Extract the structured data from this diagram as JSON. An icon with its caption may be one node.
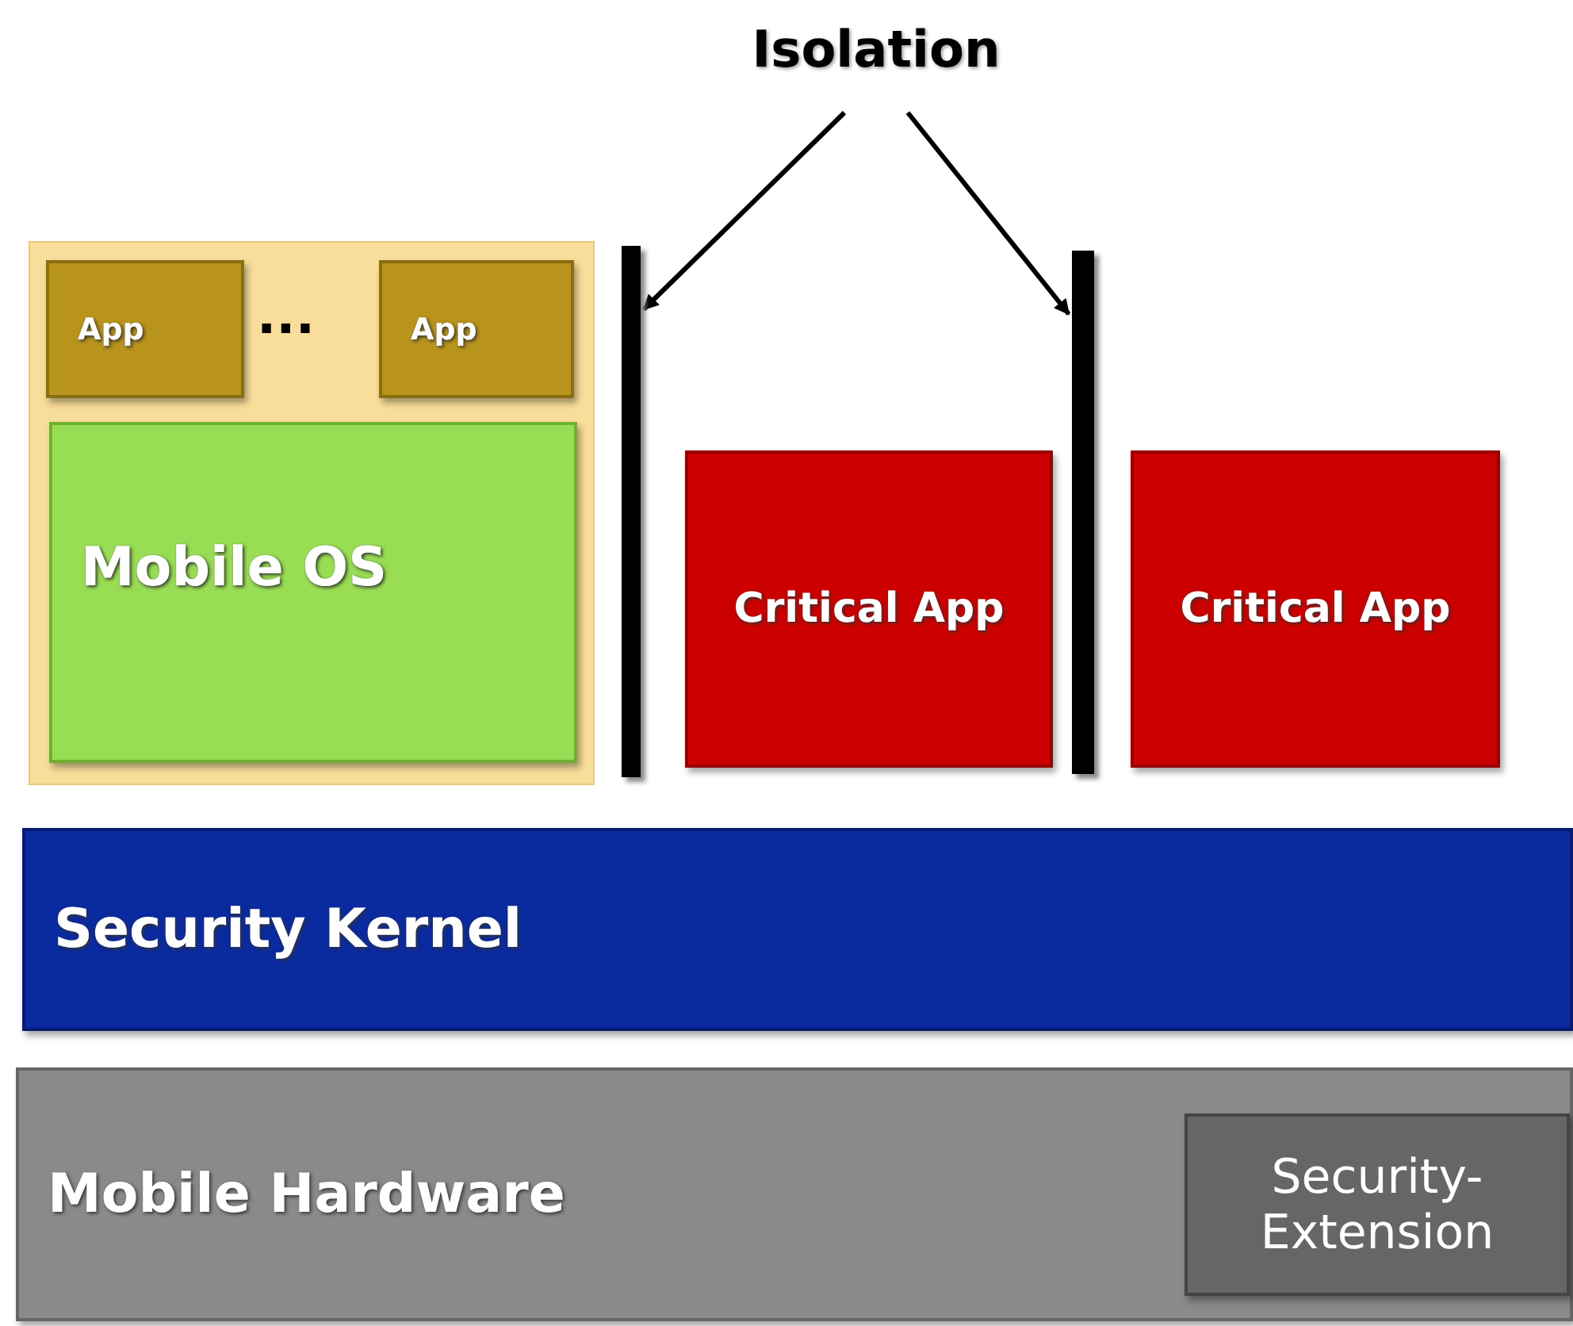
{
  "diagram": {
    "nodes": [
      {
        "text": [
          "Isolation"
        ]
      },
      {
        "text": [],
        "shape": "box"
      },
      {
        "text": [
          "App"
        ],
        "in": 1
      },
      {
        "text": [
          "App"
        ],
        "in": 1
      },
      {
        "text": [
          "Mobile OS"
        ],
        "in": 1
      },
      {
        "text": [],
        "shape": "bar"
      },
      {
        "text": [
          "Critical App"
        ]
      },
      {
        "text": [],
        "shape": "bar"
      },
      {
        "text": [
          "Critical App"
        ]
      },
      {
        "text": [
          "Security Kernel"
        ]
      },
      {
        "text": [
          "Mobile Hardware"
        ]
      },
      {
        "text": [
          "Security-Extension"
        ],
        "in": 10
      }
    ],
    "edges": [
      {
        "from": 0,
        "to": 5,
        "arrow": "to"
      },
      {
        "from": 0,
        "to": 7,
        "arrow": "to"
      }
    ],
    "labels": [
      "..."
    ]
  }
}
